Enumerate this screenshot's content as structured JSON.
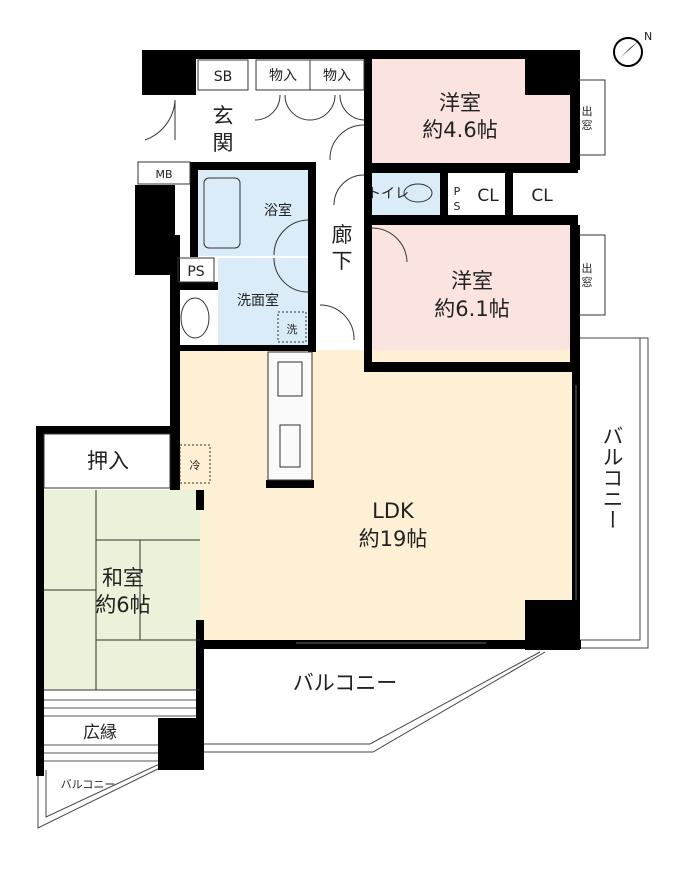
{
  "rooms": {
    "western1": {
      "name": "洋室",
      "size": "約4.6帖"
    },
    "western2": {
      "name": "洋室",
      "size": "約6.1帖"
    },
    "ldk": {
      "name": "LDK",
      "size": "約19帖"
    },
    "japanese": {
      "name": "和室",
      "size": "約6帖"
    },
    "entrance": {
      "line1": "玄",
      "line2": "関"
    },
    "hallway": {
      "line1": "廊",
      "line2": "下"
    },
    "bath": "浴室",
    "washroom": "洗面室",
    "toilet": "トイレ",
    "sb": "SB",
    "storage1": "物入",
    "storage2": "物入",
    "mb": "MB",
    "ps1": "PS",
    "ps2_top": "P",
    "ps2_bottom": "S",
    "cl1": "CL",
    "cl2": "CL",
    "oshiire": "押入",
    "hiroen": "広縁",
    "washer": "洗",
    "fridge": "冷"
  },
  "windows": {
    "bay1_top": "出",
    "bay1_bottom": "窓",
    "bay2_top": "出",
    "bay2_bottom": "窓"
  },
  "balconies": {
    "right": "バルコニー",
    "bottom": "バルコニー",
    "small": "バルコニー"
  },
  "compass": {
    "label": "N"
  },
  "colors": {
    "western": "#fbe4df",
    "ldk": "#fdf0d5",
    "wet": "#d9ecf8",
    "japanese": "#eaf2d9",
    "wall": "#000000"
  }
}
